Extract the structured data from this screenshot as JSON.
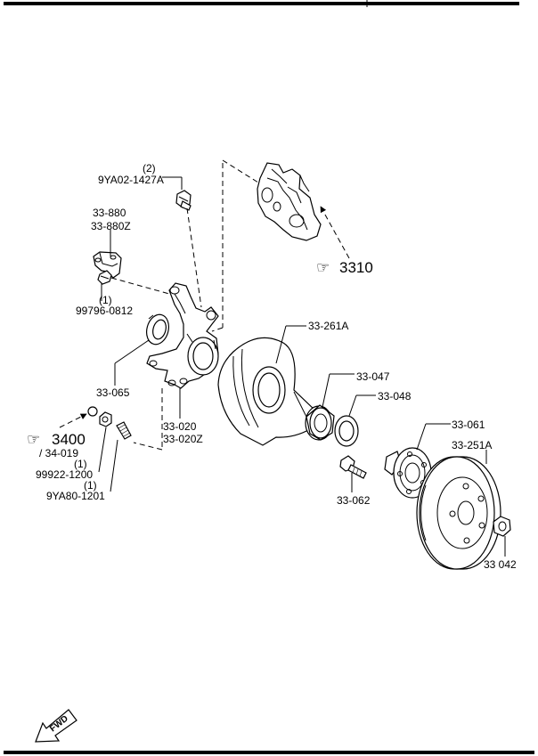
{
  "labels": {
    "qty_bolt_top": "(2)",
    "bolt_top": "9YA02-1427A",
    "bracket_a": "33-880",
    "bracket_b": "33-880Z",
    "qty_bolt_bracket": "(1)",
    "bolt_bracket": "99796-0812",
    "oil_seal": "33-065",
    "knuckle_a": "33-020",
    "knuckle_b": "33-020Z",
    "ref_3400_sym": "☞",
    "ref_3400": "3400",
    "ref_3400_sub": "/ 34-019",
    "qty_nut": "(1)",
    "nut": "99922-1200",
    "qty_stud": "(1)",
    "stud": "9YA80-1201",
    "ref_3310_sym": "☞",
    "ref_3310": "3310",
    "dust_cover": "33-261A",
    "bearing_inner": "33-047",
    "bearing_outer": "33-048",
    "hub": "33-061",
    "disc": "33-251A",
    "hub_bolt": "33-062",
    "hub_nut": "33 042",
    "fwd": "FWD"
  },
  "icons": {
    "reference": "reference-hand-icon",
    "forward": "forward-arrow-icon"
  }
}
